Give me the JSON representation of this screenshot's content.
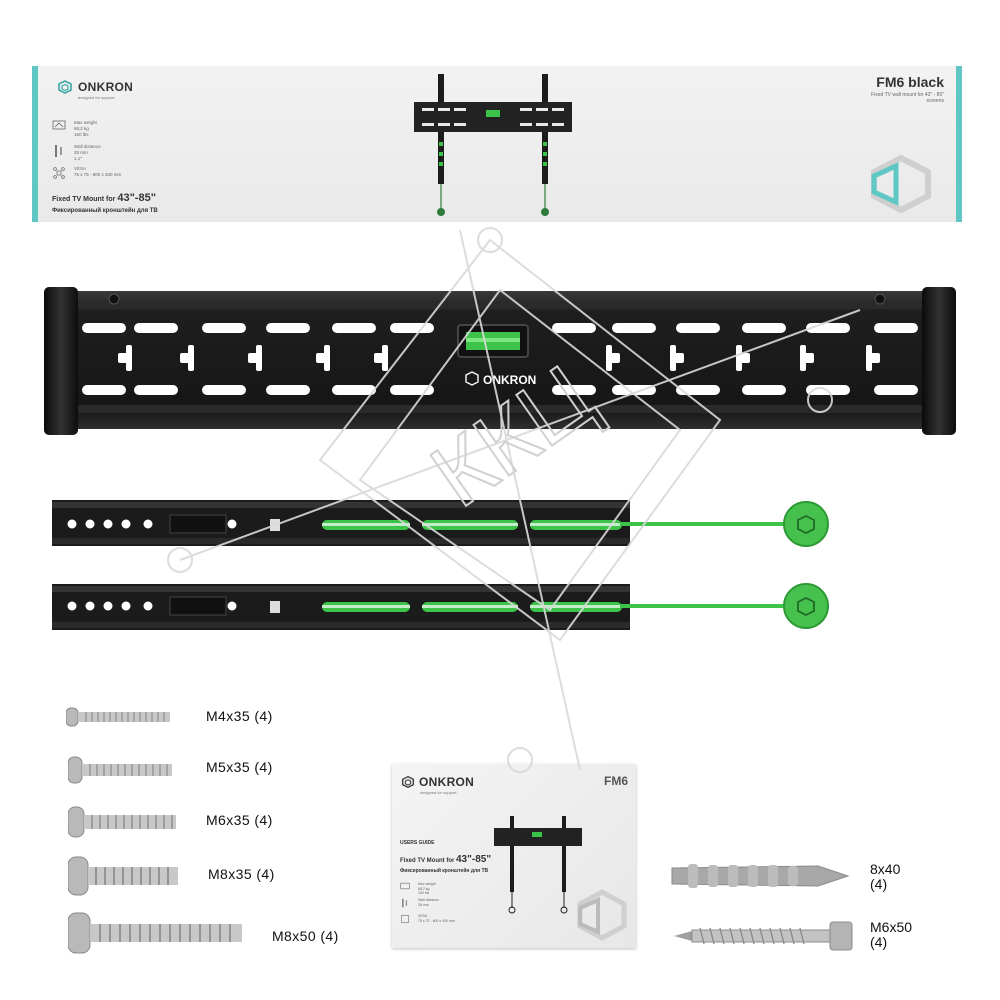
{
  "box": {
    "brand": "ONKRON",
    "slogan": "designed for support",
    "model": "FM6 black",
    "subtitle": "Fixed TV wall mount for 43\" - 85\" screens",
    "specs": [
      {
        "icon": "load-icon",
        "lines": [
          "Max weight",
          "68,2 kg",
          "150 lbs"
        ]
      },
      {
        "icon": "profile-icon",
        "lines": [
          "Wall distance",
          "28 mm",
          "1.1\""
        ]
      },
      {
        "icon": "vesa-icon",
        "lines": [
          "VESA",
          "75 x 75 - 600 x 400 mm"
        ]
      }
    ],
    "title_prefix": "Fixed TV Mount for",
    "title_range": "43\"-85\"",
    "title_ru": "Фиксированный кронштейн для ТВ"
  },
  "bracket": {
    "brand": "ONKRON"
  },
  "hardware": [
    {
      "name": "M4x35",
      "qty": "(4)"
    },
    {
      "name": "M5x35",
      "qty": "(4)"
    },
    {
      "name": "M6x35",
      "qty": "(4)"
    },
    {
      "name": "M8x35",
      "qty": "(4)"
    },
    {
      "name": "M8x50",
      "qty": "(4)"
    }
  ],
  "anchors": [
    {
      "name": "8x40",
      "qty": "(4)"
    },
    {
      "name": "M6x50",
      "qty": "(4)"
    }
  ],
  "manual": {
    "brand": "ONKRON",
    "slogan": "designed for support",
    "model": "FM6",
    "guide": "USERS GUIDE",
    "title_prefix": "Fixed TV Mount for",
    "title_range": "43\"-85\"",
    "title_ru": "Фиксированный кронштейн для ТВ",
    "specs": [
      {
        "icon": "load-icon",
        "lines": [
          "Max weight",
          "68,2 kg",
          "150 lbs"
        ]
      },
      {
        "icon": "profile-icon",
        "lines": [
          "Wall distance",
          "28 mm"
        ]
      },
      {
        "icon": "vesa-icon",
        "lines": [
          "VESA",
          "75 x 75 - 600 x 400 mm"
        ]
      }
    ]
  },
  "watermark": {
    "text": "ККЦ"
  },
  "colors": {
    "accent_green": "#3cc44a",
    "teal": "#5fc7c4",
    "steel": "#1a1a1a"
  }
}
